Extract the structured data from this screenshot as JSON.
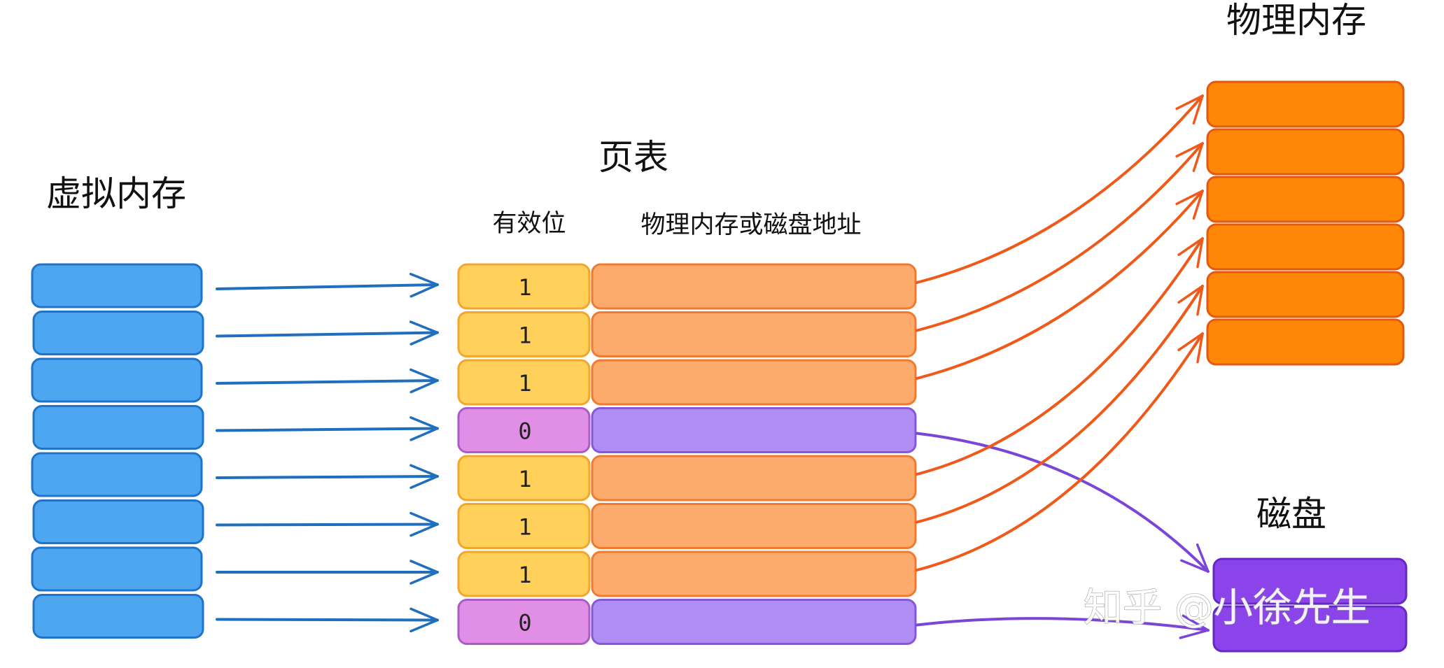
{
  "labels": {
    "virtual_memory": "虚拟内存",
    "page_table": "页表",
    "valid_bit": "有效位",
    "address_column": "物理内存或磁盘地址",
    "physical_memory": "物理内存",
    "disk": "磁盘"
  },
  "watermark": "知乎 @小徐先生",
  "virtual_pages": 8,
  "page_table_entries": [
    {
      "valid": "1",
      "target": "physical",
      "frame": 0
    },
    {
      "valid": "1",
      "target": "physical",
      "frame": 1
    },
    {
      "valid": "1",
      "target": "physical",
      "frame": 2
    },
    {
      "valid": "0",
      "target": "disk",
      "block": 0
    },
    {
      "valid": "1",
      "target": "physical",
      "frame": 3
    },
    {
      "valid": "1",
      "target": "physical",
      "frame": 4
    },
    {
      "valid": "1",
      "target": "physical",
      "frame": 5
    },
    {
      "valid": "0",
      "target": "disk",
      "block": 1
    }
  ],
  "physical_frames": 6,
  "disk_blocks": 2,
  "colors": {
    "virtual_fill": "#4da6ef",
    "virtual_stroke": "#1f74c7",
    "valid_fill": "#ffd05a",
    "valid_stroke": "#f2a62c",
    "invalid_fill": "#e08ee6",
    "invalid_stroke": "#a95cc4",
    "addr_fill": "#fdab6d",
    "addr_stroke": "#ef7a30",
    "addr_disk_fill": "#b08cf5",
    "addr_disk_stroke": "#8658d8",
    "physical_fill": "#ff8708",
    "physical_stroke": "#e05a12",
    "disk_fill": "#8a44ea",
    "disk_stroke": "#6428c7",
    "arrow_blue": "#1f6fbe",
    "arrow_orange": "#ef5a1a",
    "arrow_purple": "#7b45d8"
  }
}
